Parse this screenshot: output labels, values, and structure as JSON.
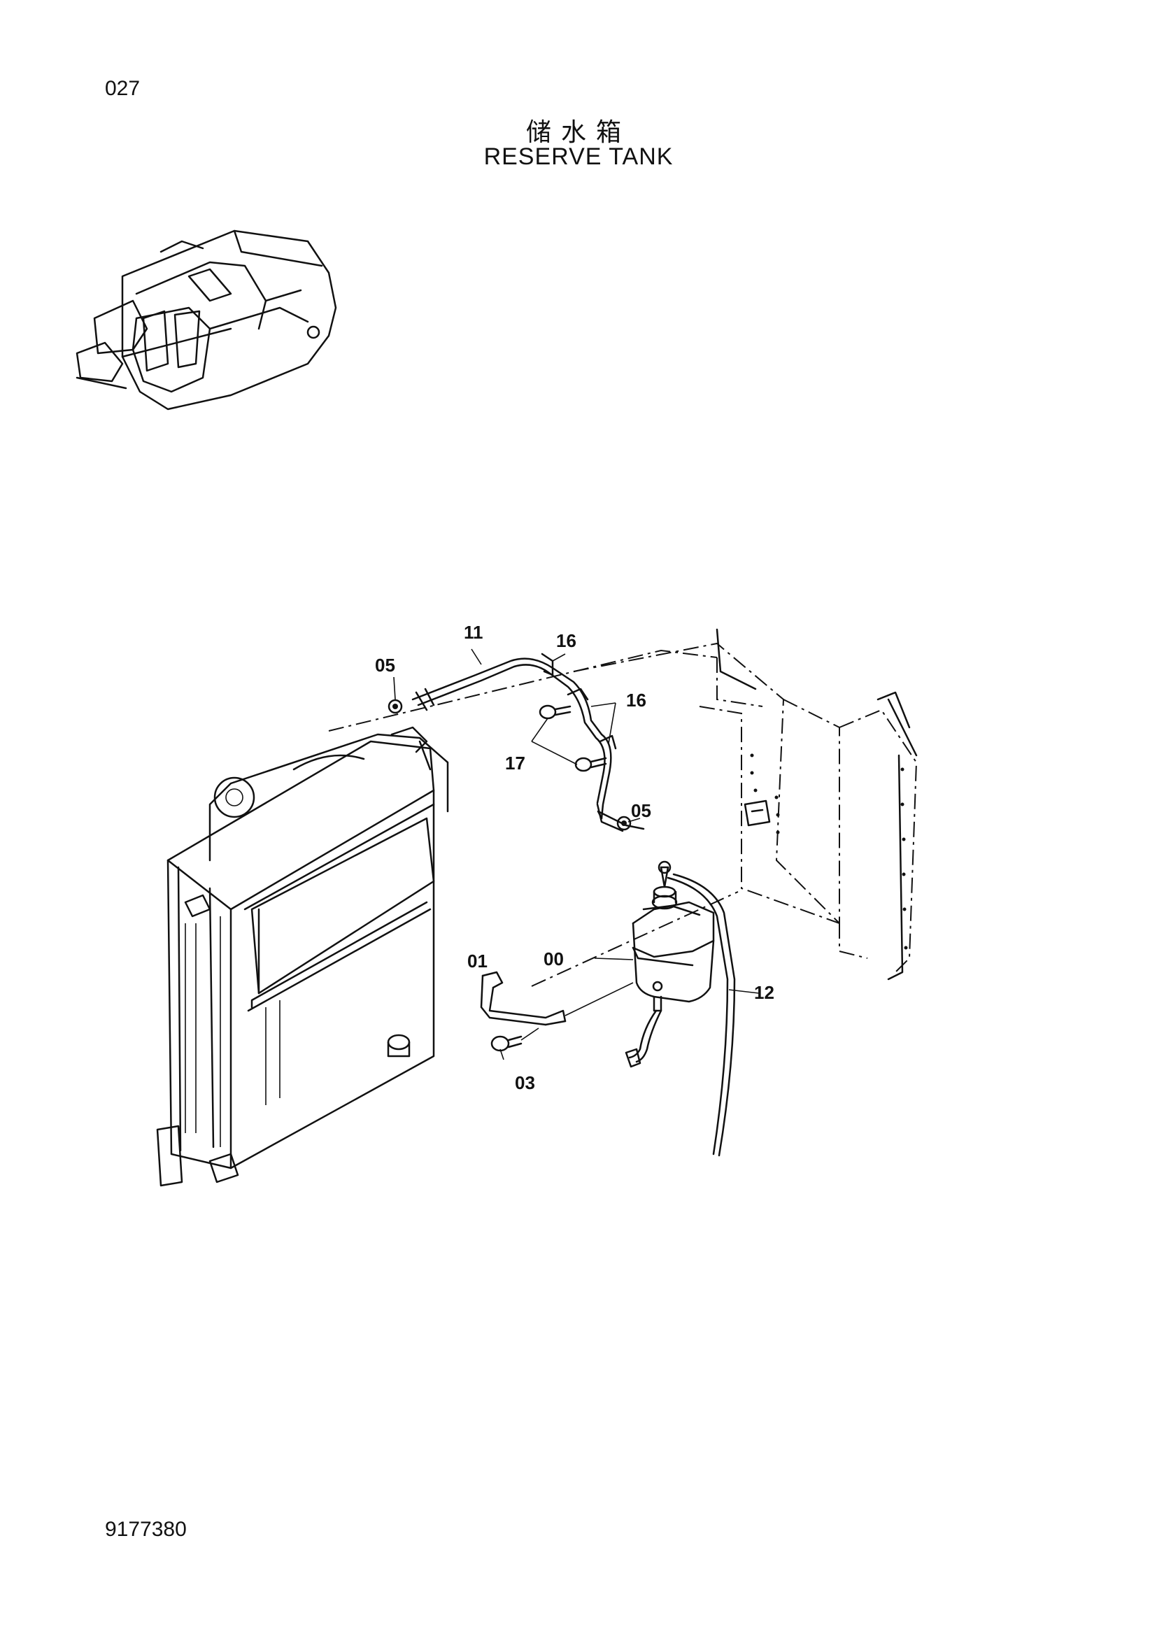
{
  "page": {
    "page_number": "027",
    "title_cn": "储水箱",
    "title_en": "RESERVE TANK",
    "doc_number": "9177380"
  },
  "callouts": {
    "c11": "11",
    "c16a": "16",
    "c05a": "05",
    "c16b": "16",
    "c17": "17",
    "c05b": "05",
    "c01": "01",
    "c00": "00",
    "c12": "12",
    "c03": "03"
  }
}
